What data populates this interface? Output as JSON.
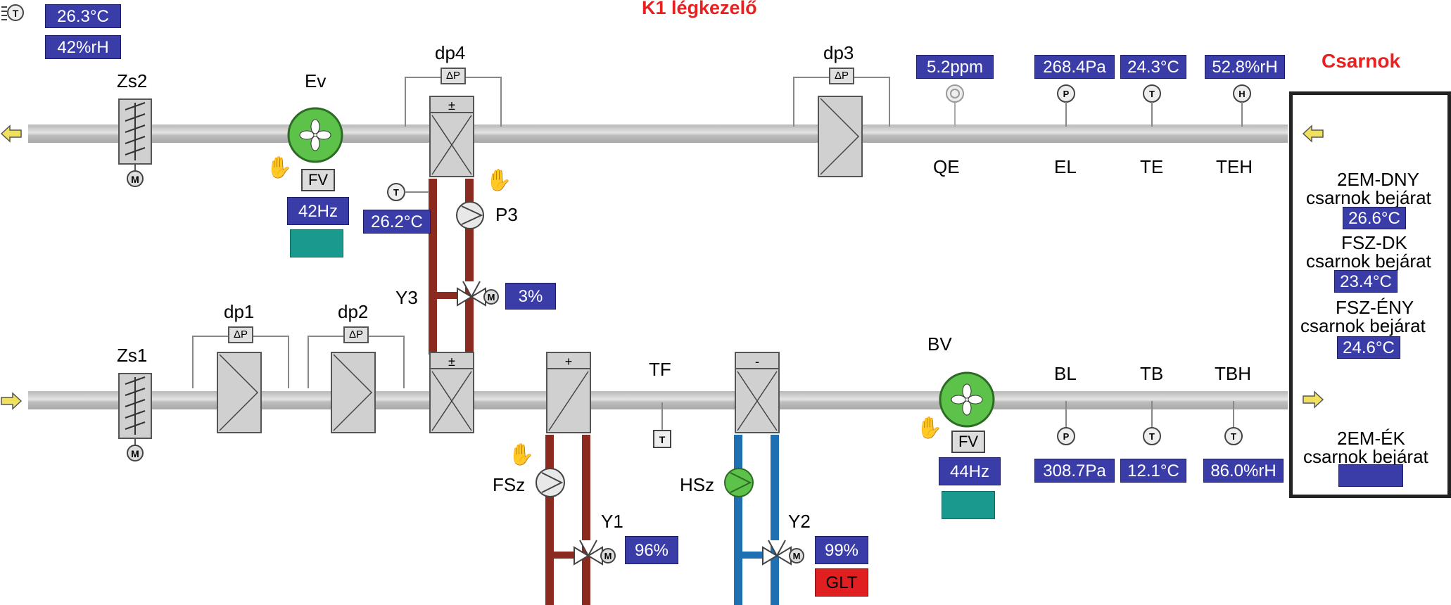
{
  "header": {
    "title": "K1 légkezelő",
    "hall_label": "Csarnok"
  },
  "outdoor": {
    "temp": "26.3°C",
    "humidity": "42%rH"
  },
  "exhaust": {
    "damper": "Zs2",
    "fan": {
      "name": "Ev",
      "mode": "FV",
      "freq": "42Hz"
    },
    "dp3": "dp3",
    "dp4": "dp4"
  },
  "exhaust_sensors": [
    {
      "name": "QE",
      "value": "5.2ppm",
      "icon": "Q"
    },
    {
      "name": "EL",
      "value": "268.4Pa",
      "icon": "P"
    },
    {
      "name": "TE",
      "value": "24.3°C",
      "icon": "T"
    },
    {
      "name": "TEH",
      "value": "52.8%rH",
      "icon": "H"
    }
  ],
  "heat_recovery": {
    "pump": "P3",
    "valve": "Y3",
    "valve_pos": "3%",
    "temp": "26.2°C"
  },
  "supply": {
    "damper": "Zs1",
    "filters": [
      "dp1",
      "dp2"
    ],
    "tf": "TF",
    "fan": {
      "name": "BV",
      "mode": "FV",
      "freq": "44Hz"
    }
  },
  "heating": {
    "pump": "FSz",
    "valve": "Y1",
    "valve_pos": "96%"
  },
  "cooling": {
    "pump": "HSz",
    "valve": "Y2",
    "valve_pos": "99%",
    "status": "GLT"
  },
  "supply_sensors": [
    {
      "name": "BL",
      "value": "308.7Pa",
      "icon": "P"
    },
    {
      "name": "TB",
      "value": "12.1°C",
      "icon": "T"
    },
    {
      "name": "TBH",
      "value": "86.0%rH",
      "icon": "T"
    }
  ],
  "hall_zones": [
    {
      "name": "2EM-DNY",
      "sub": "csarnok bejárat",
      "value": "26.6°C"
    },
    {
      "name": "FSZ-DK",
      "sub": "csarnok bejárat",
      "value": "23.4°C"
    },
    {
      "name": "FSZ-ÉNY",
      "sub": "csarnok bejárat",
      "value": "24.6°C"
    },
    {
      "name": "2EM-ÉK",
      "sub": "csarnok bejárat",
      "value": ""
    }
  ],
  "symbols": {
    "dp": "ΔP",
    "motor": "M",
    "plus_minus": "±",
    "plus": "+",
    "minus": "-",
    "t": "T"
  },
  "colors": {
    "value_bg": "#3a3ca8",
    "fan_green": "#5cc24a",
    "hot_pipe": "#8b2a1f",
    "cold_pipe": "#1f6fb3",
    "alarm": "#e02020",
    "title_red": "#e82020",
    "teal": "#1a9a8e"
  }
}
